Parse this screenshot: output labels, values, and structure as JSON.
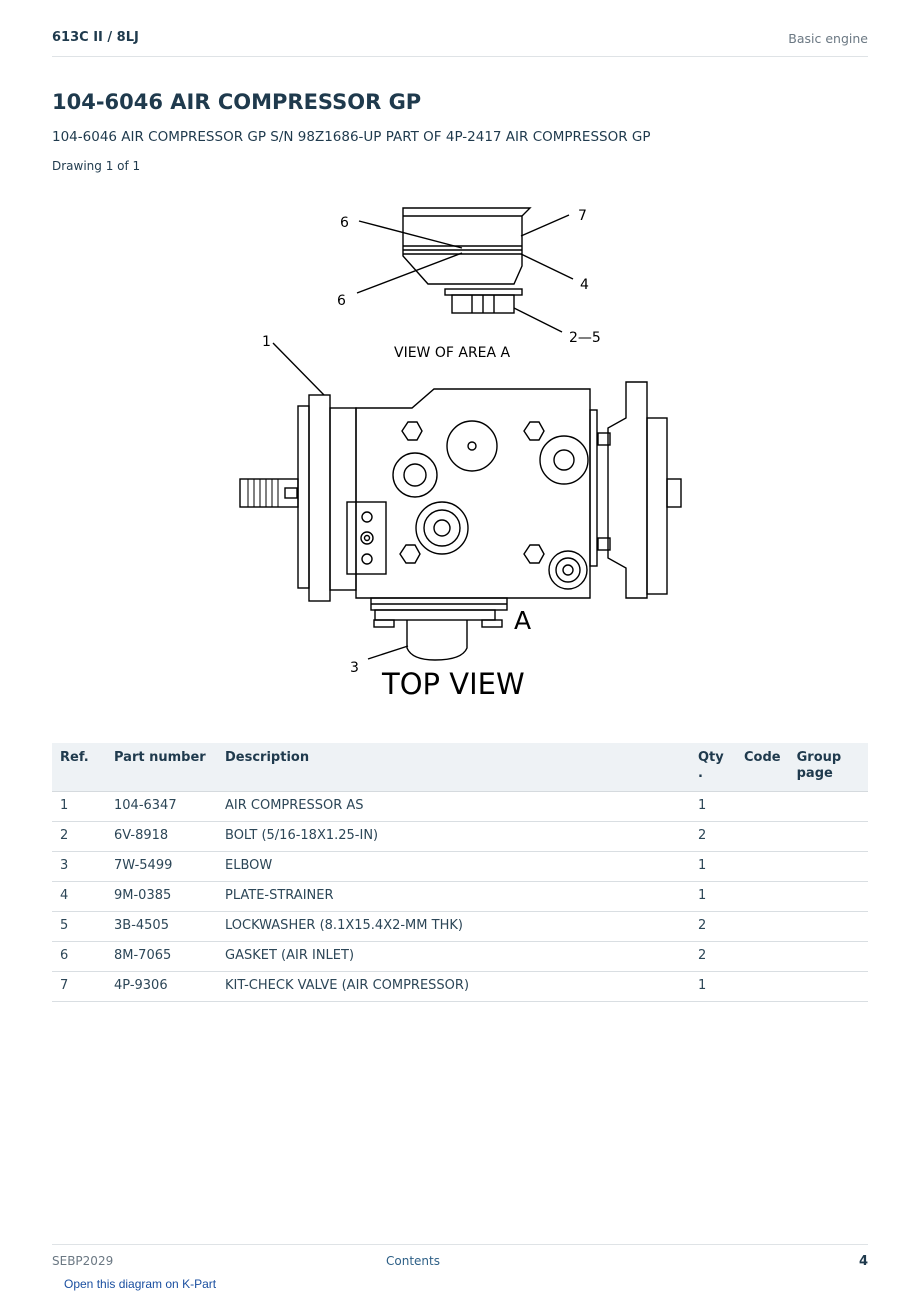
{
  "header": {
    "model": "613C II  /  8LJ",
    "section": "Basic engine"
  },
  "title": "104-6046 AIR COMPRESSOR GP",
  "subtitle": "104-6046 AIR COMPRESSOR GP S/N 98Z1686-UP PART OF 4P-2417 AIR COMPRESSOR GP",
  "drawing_label": "Drawing 1 of 1",
  "diagram": {
    "labels": {
      "l1": "1",
      "l2_5": "2—5",
      "l3": "3",
      "l4": "4",
      "l6a": "6",
      "l6b": "6",
      "l7": "7",
      "area_marker": "A"
    },
    "view_of_area": "VIEW OF AREA A",
    "top_view": "TOP VIEW"
  },
  "table": {
    "headers": {
      "ref": "Ref.",
      "part_number": "Part number",
      "description": "Description",
      "qty": "Qty .",
      "code": "Code",
      "group_page": "Group page"
    },
    "rows": [
      {
        "ref": "1",
        "part_number": "104-6347",
        "description": "AIR COMPRESSOR AS",
        "qty": "1",
        "code": "",
        "group_page": ""
      },
      {
        "ref": "2",
        "part_number": "6V-8918",
        "description": "BOLT (5/16-18X1.25-IN)",
        "qty": "2",
        "code": "",
        "group_page": ""
      },
      {
        "ref": "3",
        "part_number": "7W-5499",
        "description": "ELBOW",
        "qty": "1",
        "code": "",
        "group_page": ""
      },
      {
        "ref": "4",
        "part_number": "9M-0385",
        "description": "PLATE-STRAINER",
        "qty": "1",
        "code": "",
        "group_page": ""
      },
      {
        "ref": "5",
        "part_number": "3B-4505",
        "description": "LOCKWASHER (8.1X15.4X2-MM THK)",
        "qty": "2",
        "code": "",
        "group_page": ""
      },
      {
        "ref": "6",
        "part_number": "8M-7065",
        "description": "GASKET (AIR INLET)",
        "qty": "2",
        "code": "",
        "group_page": ""
      },
      {
        "ref": "7",
        "part_number": "4P-9306",
        "description": "KIT-CHECK VALVE (AIR COMPRESSOR)",
        "qty": "1",
        "code": "",
        "group_page": ""
      }
    ]
  },
  "footer": {
    "doc_id": "SEBP2029",
    "contents_link": "Contents",
    "page_number": "4",
    "kpart_link": "Open this diagram on K-Part"
  }
}
